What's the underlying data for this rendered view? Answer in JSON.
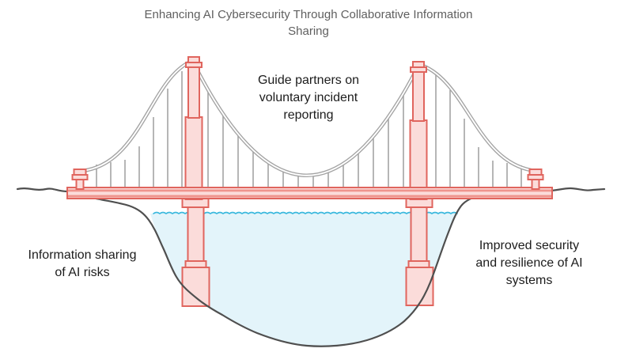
{
  "title": "Enhancing AI Cybersecurity Through Collaborative Information\nSharing",
  "labels": {
    "center": "Guide partners on\nvoluntary incident\nreporting",
    "left": "Information sharing\nof AI risks",
    "right": "Improved security\nand resilience of AI\nsystems"
  },
  "diagram": {
    "type": "suspension-bridge-illustration",
    "elements": [
      "left-tower",
      "right-tower",
      "main-cable",
      "side-cables",
      "suspenders",
      "deck",
      "anchor-pedestals",
      "bridge-piers",
      "water",
      "terrain"
    ]
  },
  "colors": {
    "structure_fill": "#fbdcda",
    "structure_stroke": "#e0655e",
    "deck_stripe": "#ef948d",
    "cable": "#a3a3a3",
    "terrain": "#4f4f4f",
    "water_fill": "#e3f4fa",
    "wave": "#3ab8dd",
    "title_text": "#5f5f5f",
    "label_text": "#1c1c1c"
  }
}
